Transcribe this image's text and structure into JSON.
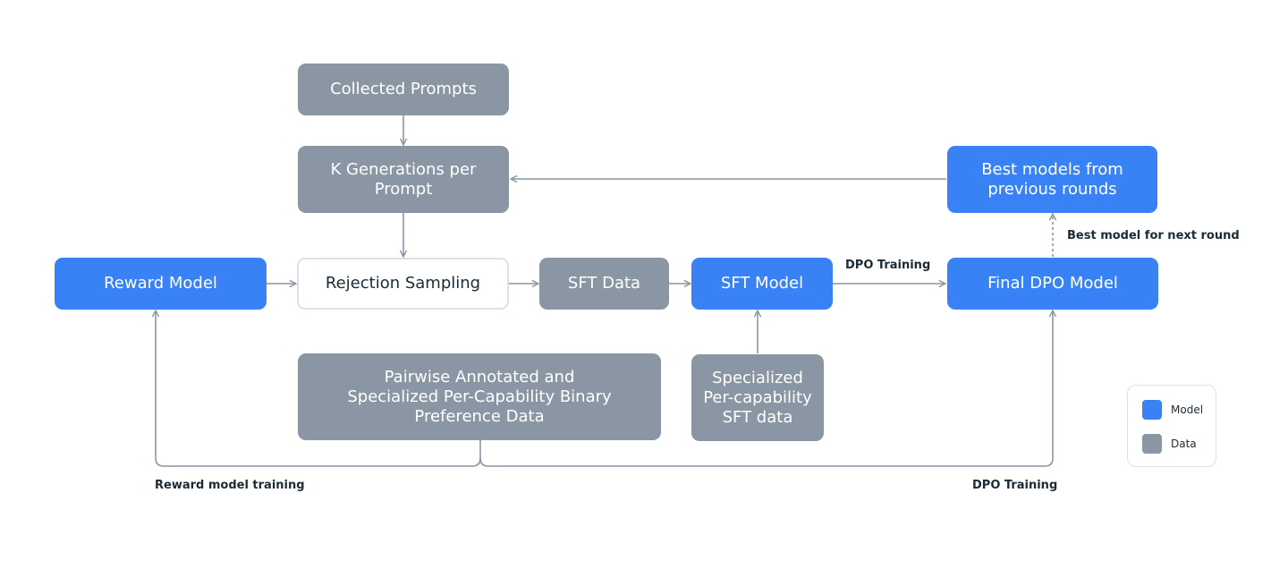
{
  "colors": {
    "model": "#3882F6",
    "data": "#8A96A3",
    "outline": "#DDE1E6",
    "connector": "#8A96A3",
    "text": "#1C2B33"
  },
  "nodes": {
    "collected_prompts": "Collected Prompts",
    "k_generations": "K Generations per\nPrompt",
    "best_models": "Best models from\nprevious rounds",
    "reward_model": "Reward Model",
    "rejection_sampling": "Rejection Sampling",
    "sft_data": "SFT Data",
    "sft_model": "SFT Model",
    "final_dpo_model": "Final DPO Model",
    "pairwise_data": "Pairwise Annotated and\nSpecialized Per-Capability Binary\nPreference Data",
    "specialized_sft_data": "Specialized\nPer-capability\nSFT data"
  },
  "edge_labels": {
    "best_next_round": "Best model for next round",
    "dpo_training_top": "DPO Training",
    "reward_model_training": "Reward model training",
    "dpo_training_bottom": "DPO Training"
  },
  "legend": {
    "model": "Model",
    "data": "Data"
  }
}
